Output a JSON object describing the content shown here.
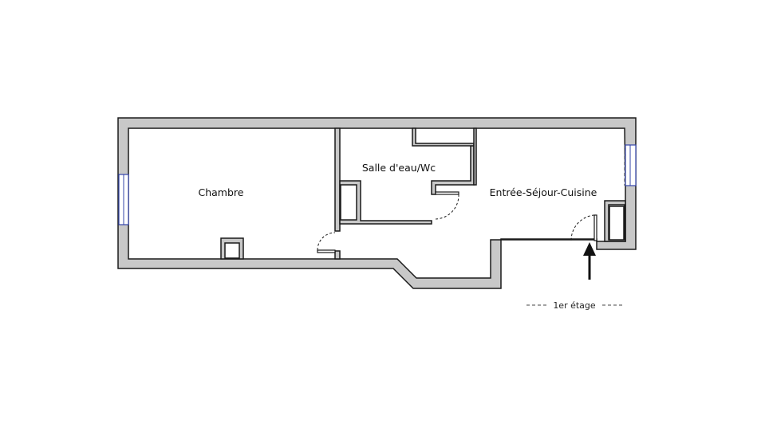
{
  "rooms": {
    "chambre": "Chambre",
    "salle_eau": "Salle d'eau/Wc",
    "sejour": "Entrée-Séjour-Cuisine"
  },
  "floor_label": "1er étage",
  "colors": {
    "wall_fill": "#c8c8c8",
    "wall_stroke": "#1a1a1a",
    "window": "#3344aa"
  }
}
